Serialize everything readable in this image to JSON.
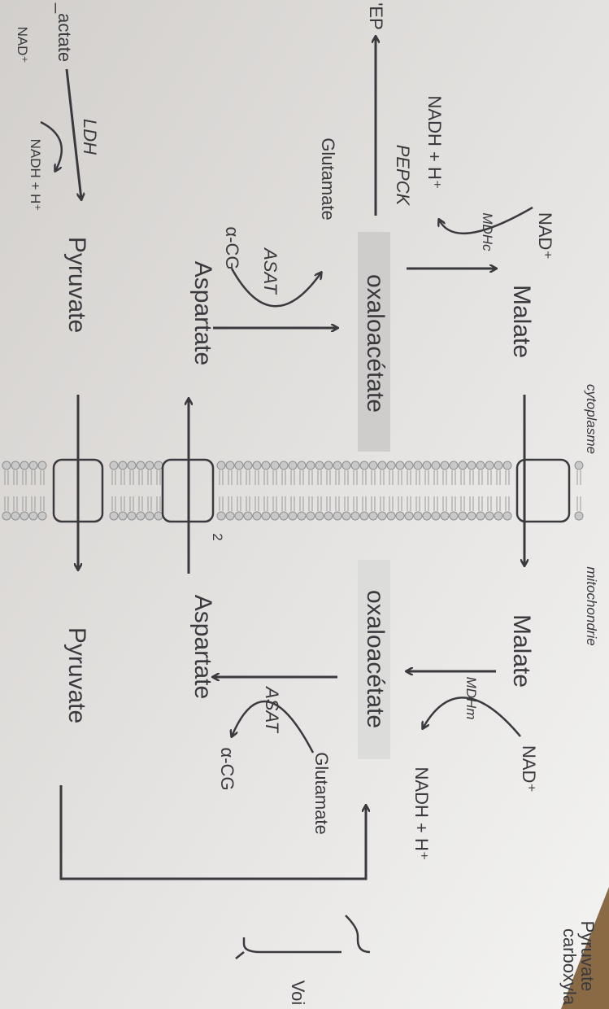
{
  "compartments": {
    "cytoplasm": "cytoplasme",
    "mitochondria": "mitochondrie"
  },
  "cytoplasm": {
    "malate": "Malate",
    "nad": "NAD⁺",
    "mdh": "MDHc",
    "nadh": "NADH + H⁺",
    "pep": "'EP",
    "pepck": "PEPCK",
    "oaa": "oxaloacétate",
    "glutamate": "Glutamate",
    "asat": "ASAT",
    "acg": "α-CG",
    "aspartate": "Aspartate",
    "lactate": "_actate",
    "ldh_nad": "NAD⁺",
    "ldh": "LDH",
    "ldh_nadh": "NADH + H⁺",
    "pyruvate": "Pyruvate"
  },
  "membrane": {
    "transporter_label": "2"
  },
  "mitochondria": {
    "malate": "Malate",
    "nad": "NAD⁺",
    "mdh": "MDHm",
    "nadh": "NADH + H⁺",
    "oaa": "oxaloacétate",
    "glutamate": "Glutamate",
    "asat": "ASAT",
    "acg": "α-CG",
    "aspartate": "Aspartate",
    "pyruvate": "Pyruvate"
  },
  "side_labels": {
    "pc_line1": "Pyruvate",
    "pc_line2": "carboxyla",
    "voie": "Voi"
  }
}
